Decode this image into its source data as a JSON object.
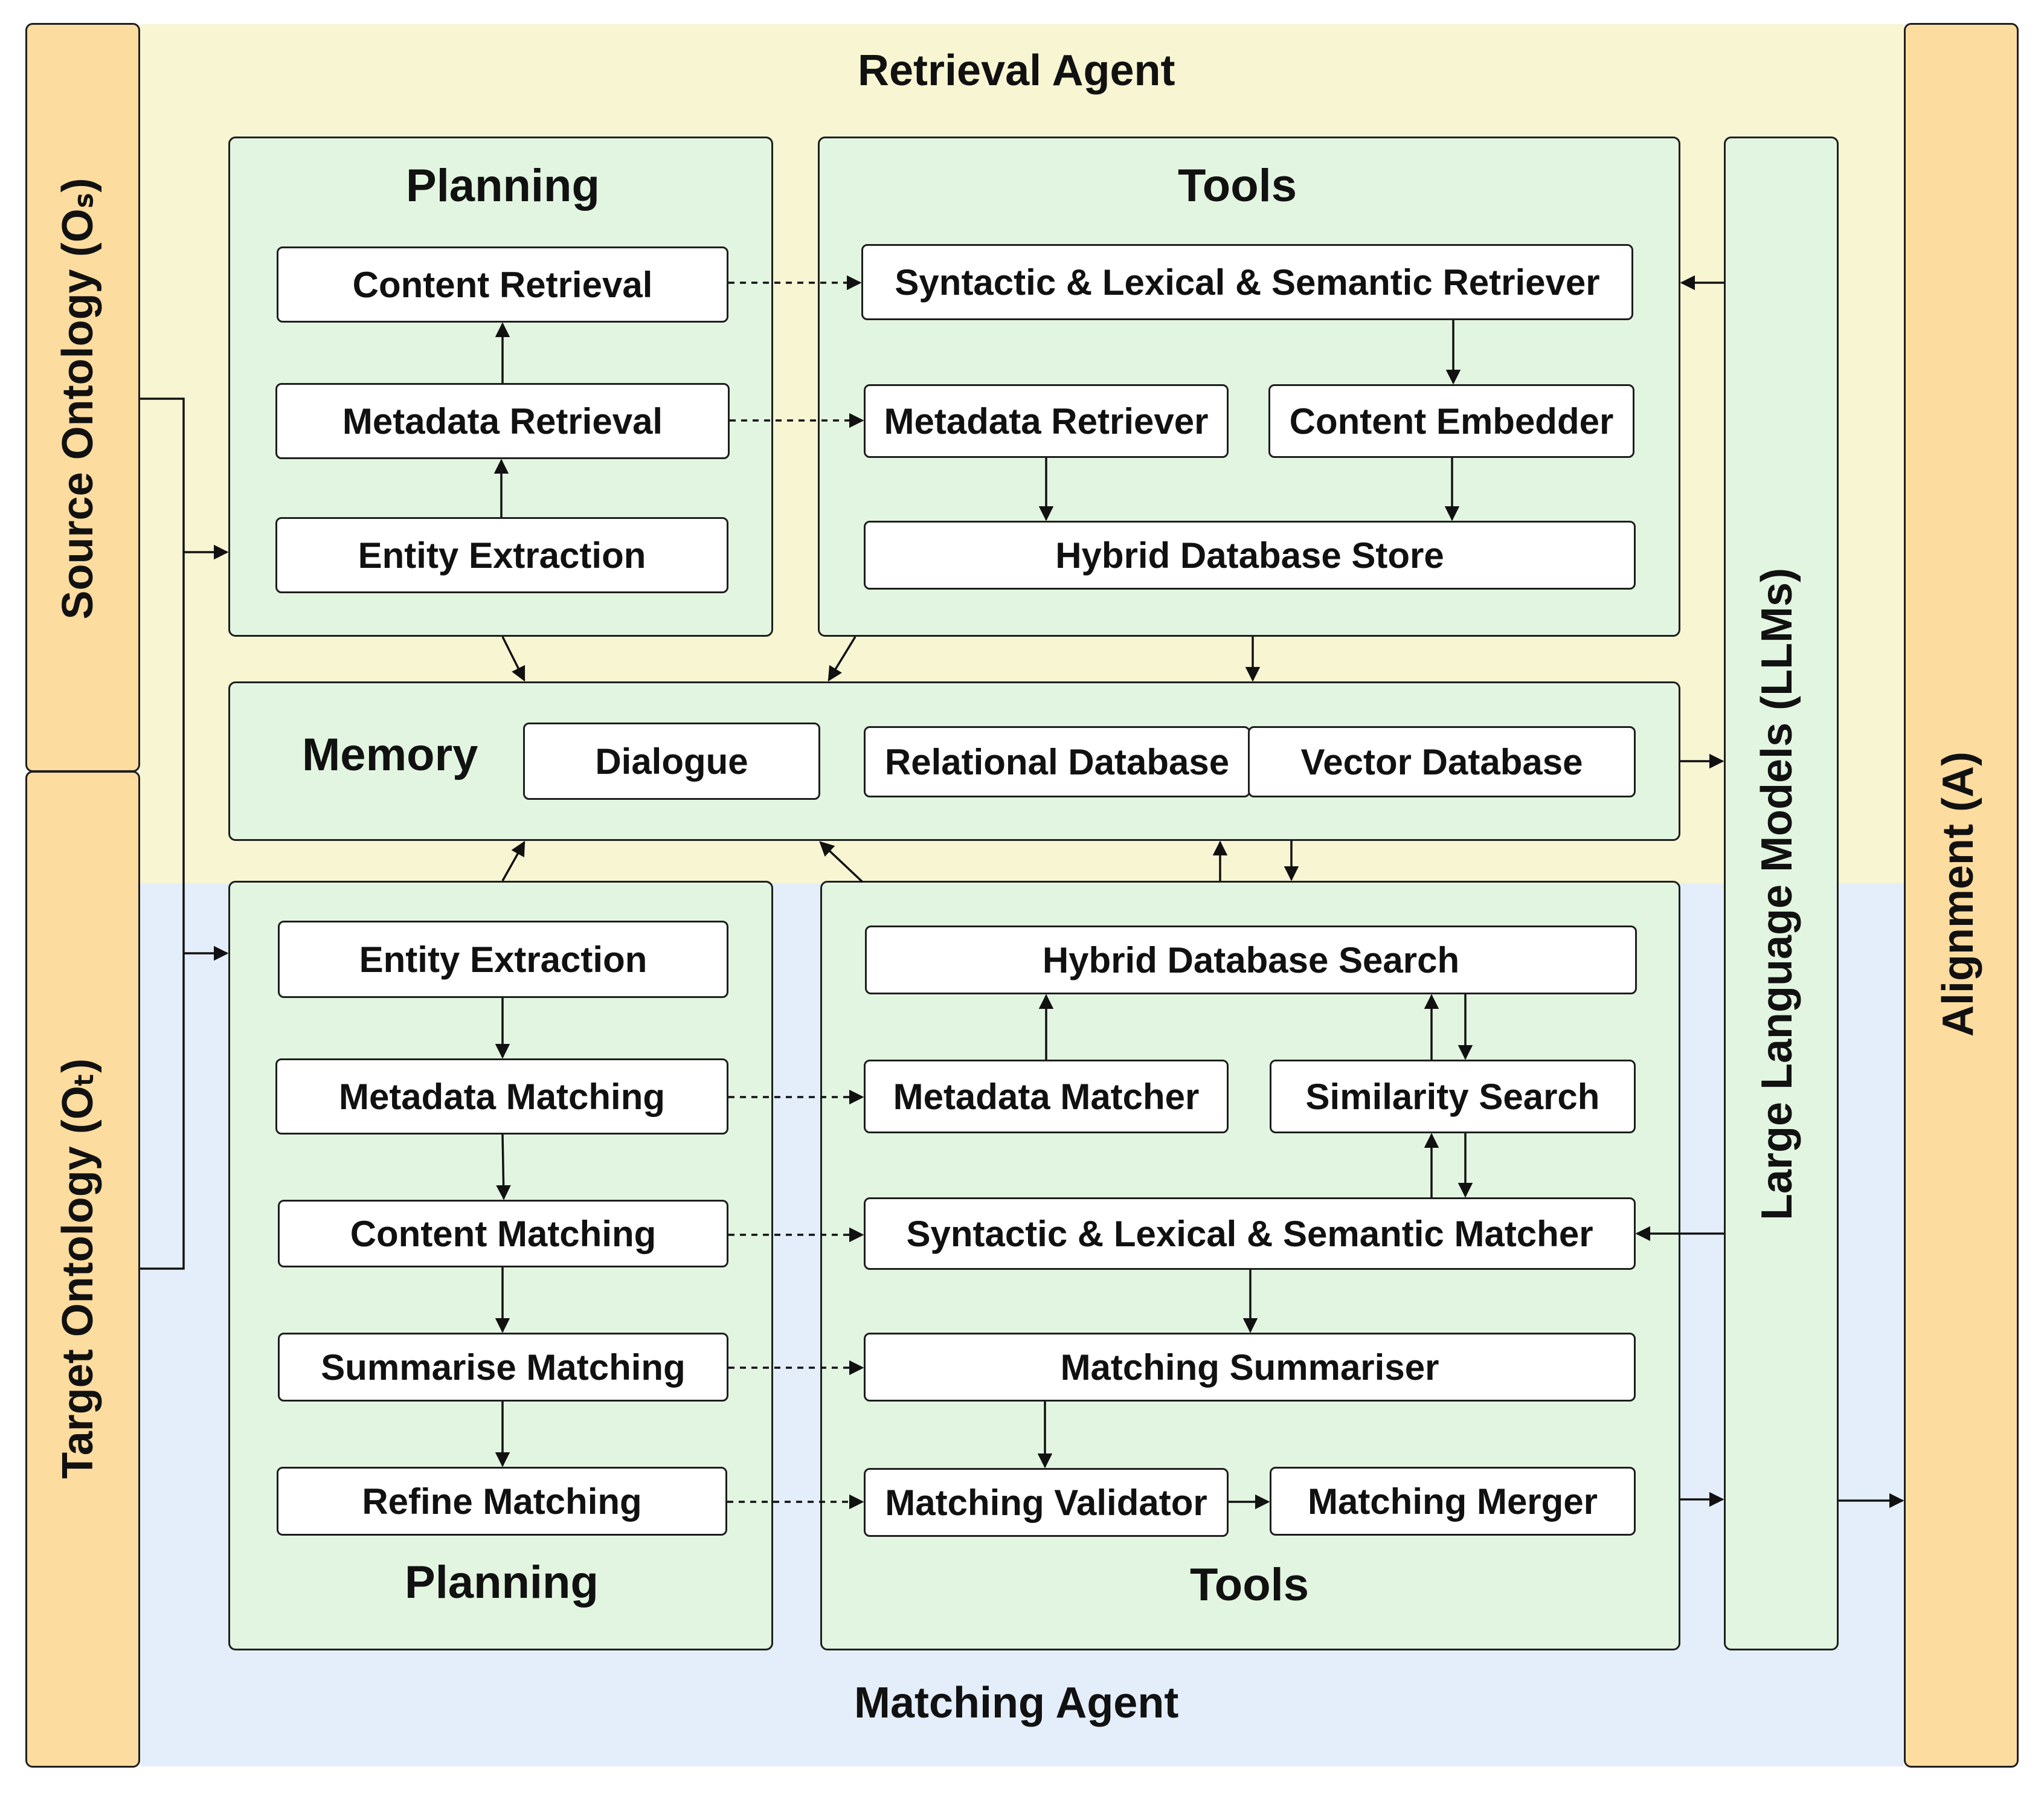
{
  "colors": {
    "retrieval_band": "#f8f5d2",
    "matching_band": "#e4eefb",
    "ontology_bars": "#fddc9f",
    "panels": "#e2f5e0",
    "boxes": "#ffffff",
    "stroke": "#1e1e1e"
  },
  "agents": {
    "retrieval": "Retrieval Agent",
    "matching": "Matching Agent"
  },
  "sides": {
    "source": "Source Ontology (Oₛ)",
    "target": "Target Ontology (Oₜ)",
    "alignment": "Alignment (A)",
    "llm": "Large Language Models (LLMs)"
  },
  "retrieval": {
    "planning": {
      "title": "Planning",
      "steps": [
        "Content Retrieval",
        "Metadata Retrieval",
        "Entity Extraction"
      ]
    },
    "tools": {
      "title": "Tools",
      "retriever": "Syntactic & Lexical & Semantic Retriever",
      "metadata_retriever": "Metadata Retriever",
      "content_embedder": "Content Embedder",
      "hybrid_store": "Hybrid Database Store"
    }
  },
  "memory": {
    "title": "Memory",
    "dialogue": "Dialogue",
    "relational_db": "Relational Database",
    "vector_db": "Vector Database"
  },
  "matching": {
    "planning": {
      "title": "Planning",
      "steps": [
        "Entity Extraction",
        "Metadata Matching",
        "Content Matching",
        "Summarise Matching",
        "Refine Matching"
      ]
    },
    "tools": {
      "title": "Tools",
      "hybrid_search": "Hybrid Database Search",
      "metadata_matcher": "Metadata Matcher",
      "similarity_search": "Similarity Search",
      "matcher": "Syntactic & Lexical & Semantic Matcher",
      "summariser": "Matching Summariser",
      "validator": "Matching Validator",
      "merger": "Matching Merger"
    }
  }
}
